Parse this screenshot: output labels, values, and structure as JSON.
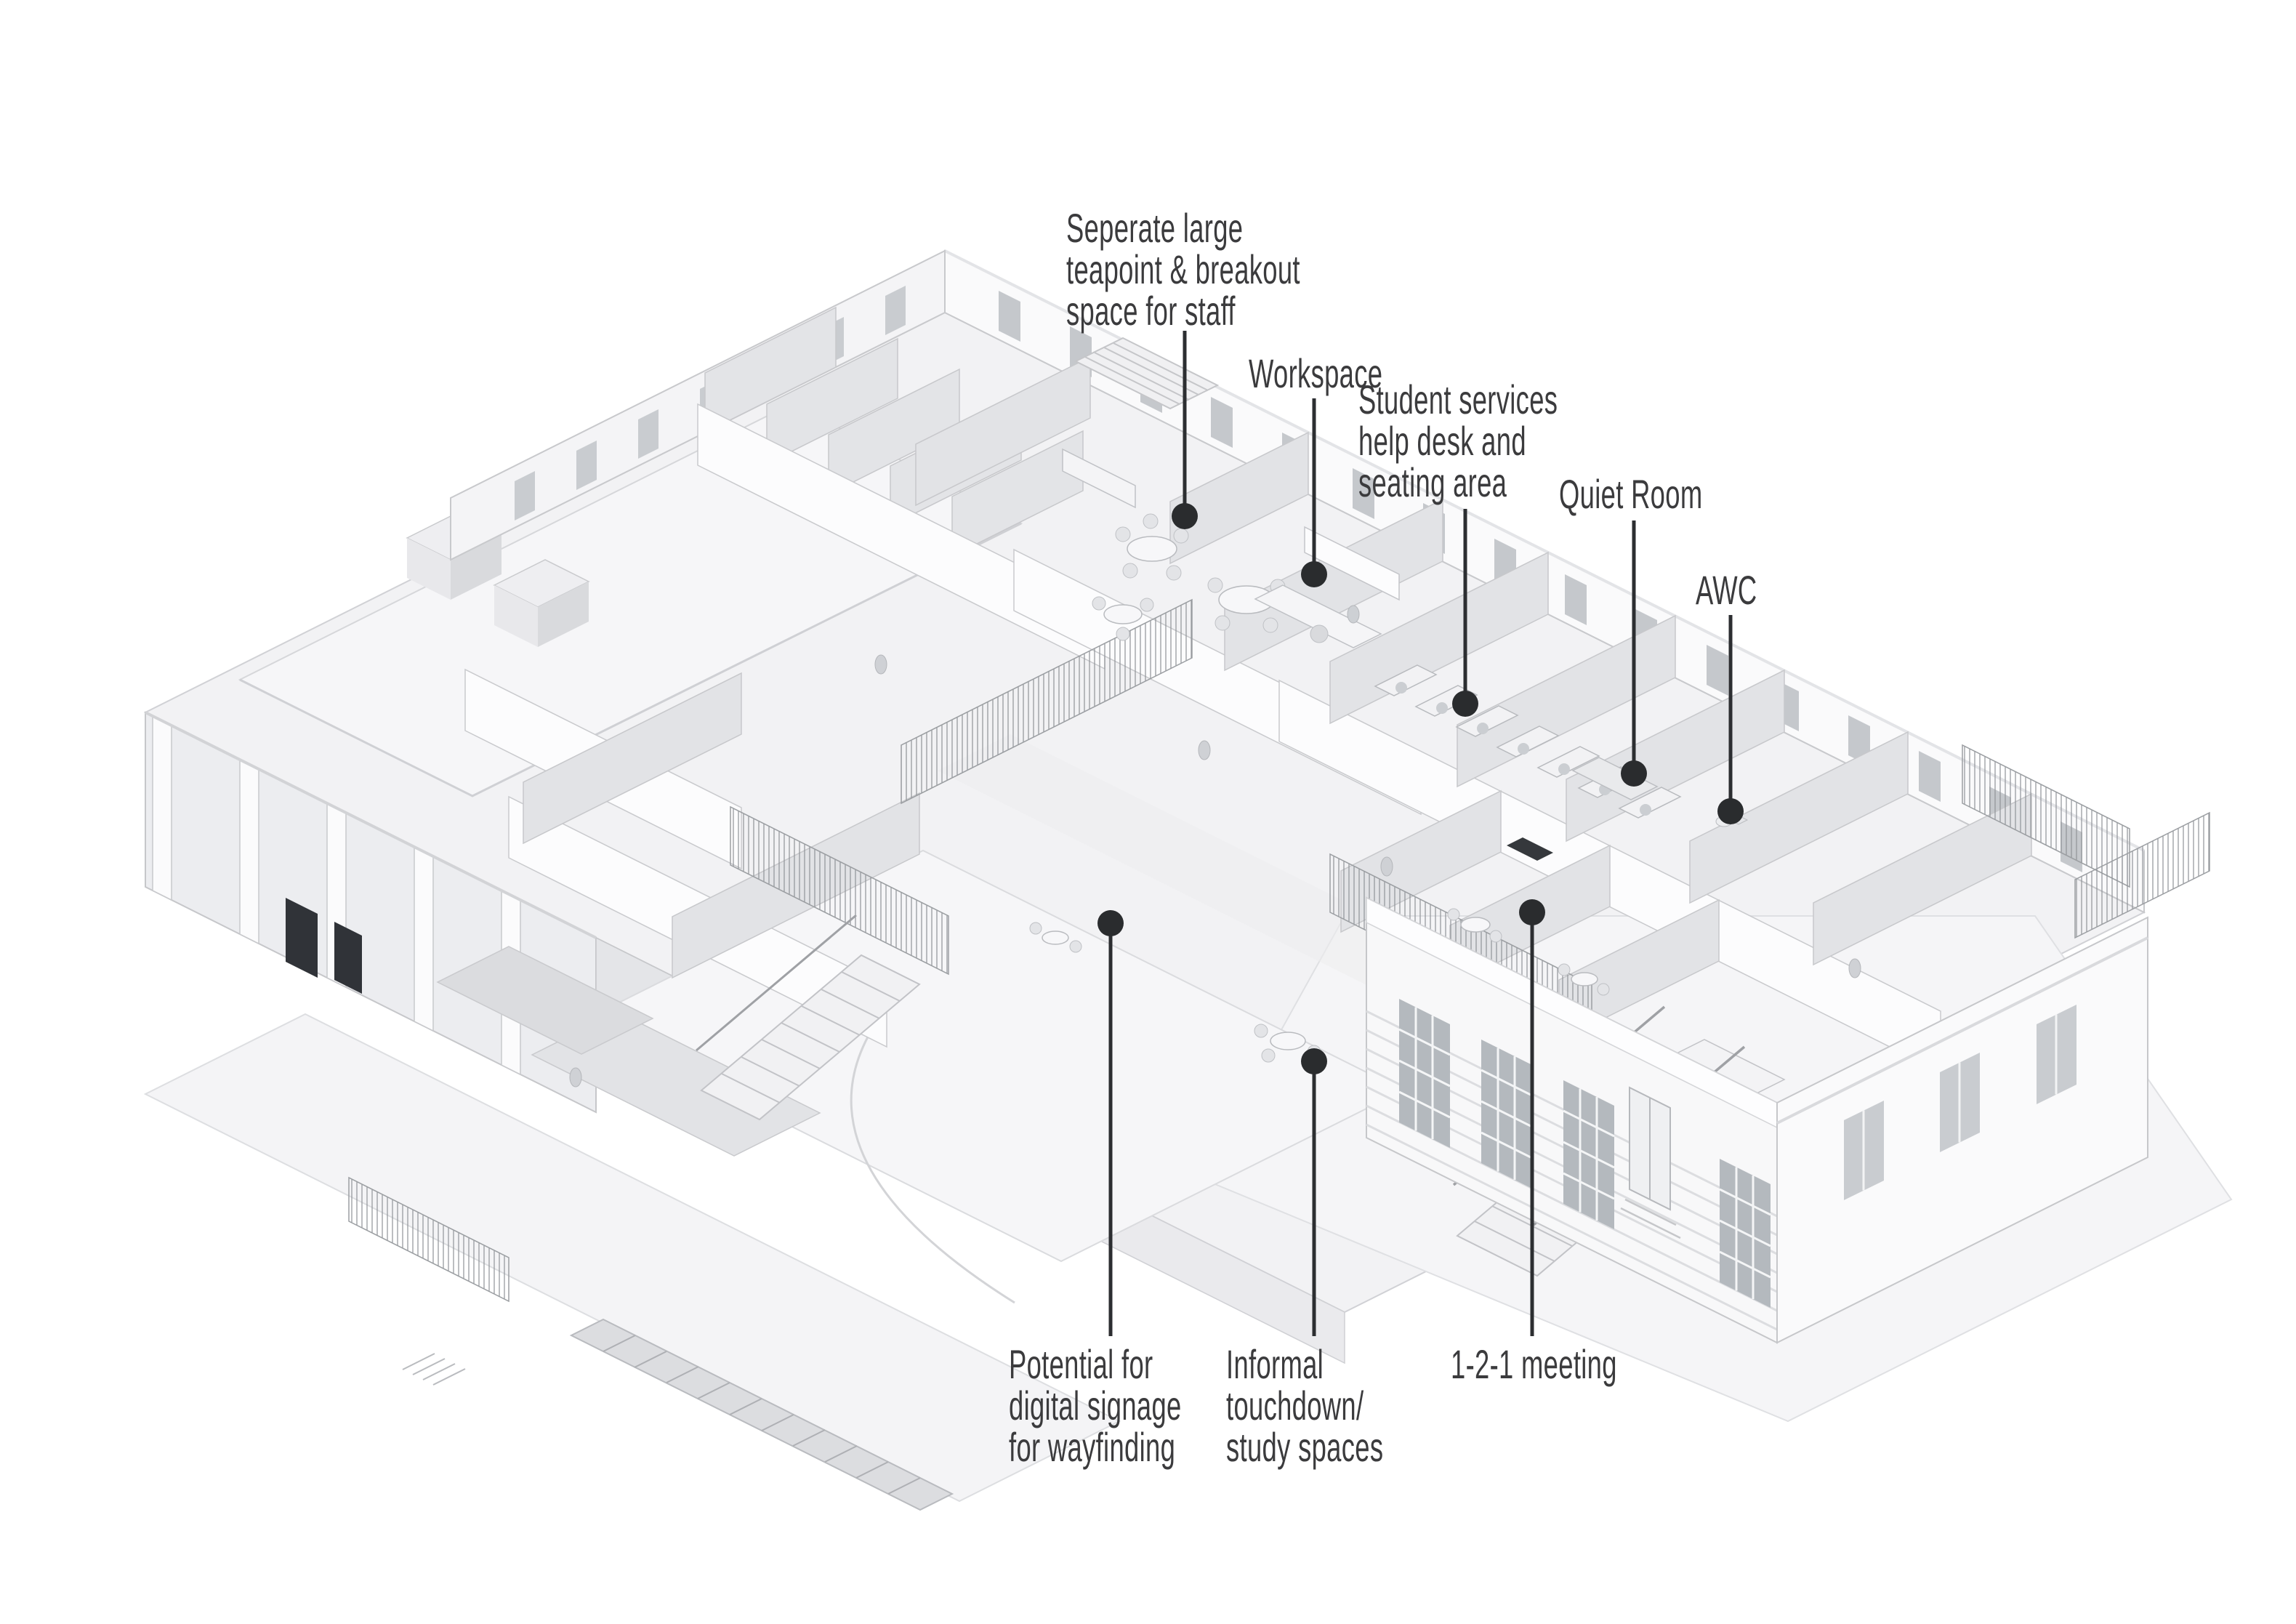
{
  "diagram": {
    "type": "axonometric-floor-plan-cutaway",
    "style": "monochrome white architectural model with annotation leaders",
    "palette": {
      "background": "#ffffff",
      "floor": "#f2f2f4",
      "wall_white": "#fcfcfd",
      "wall_shadow": "#e2e3e6",
      "roof": "#f6f6f8",
      "mesh_fence": "#8f9297",
      "window_glass": "#b4b9be",
      "dark_opening": "#35383c",
      "ink_text": "#3b3b3d",
      "leader_line": "#2c2e31",
      "leader_dot": "#2a2c2e"
    },
    "annotations": [
      {
        "id": "teapoint",
        "text": "Seperate large\nteapoint & breakout\nspace for staff"
      },
      {
        "id": "workspace",
        "text": "Workspace"
      },
      {
        "id": "student-services",
        "text": "Student services\nhelp desk and\nseating area"
      },
      {
        "id": "quiet-room",
        "text": "Quiet Room"
      },
      {
        "id": "awc",
        "text": "AWC"
      },
      {
        "id": "digital-signage",
        "text": "Potential for\ndigital signage\nfor wayfinding"
      },
      {
        "id": "informal-touchdown",
        "text": "Informal\ntouchdown/\nstudy spaces"
      },
      {
        "id": "one-to-one-meeting",
        "text": "1-2-1 meeting"
      }
    ]
  }
}
